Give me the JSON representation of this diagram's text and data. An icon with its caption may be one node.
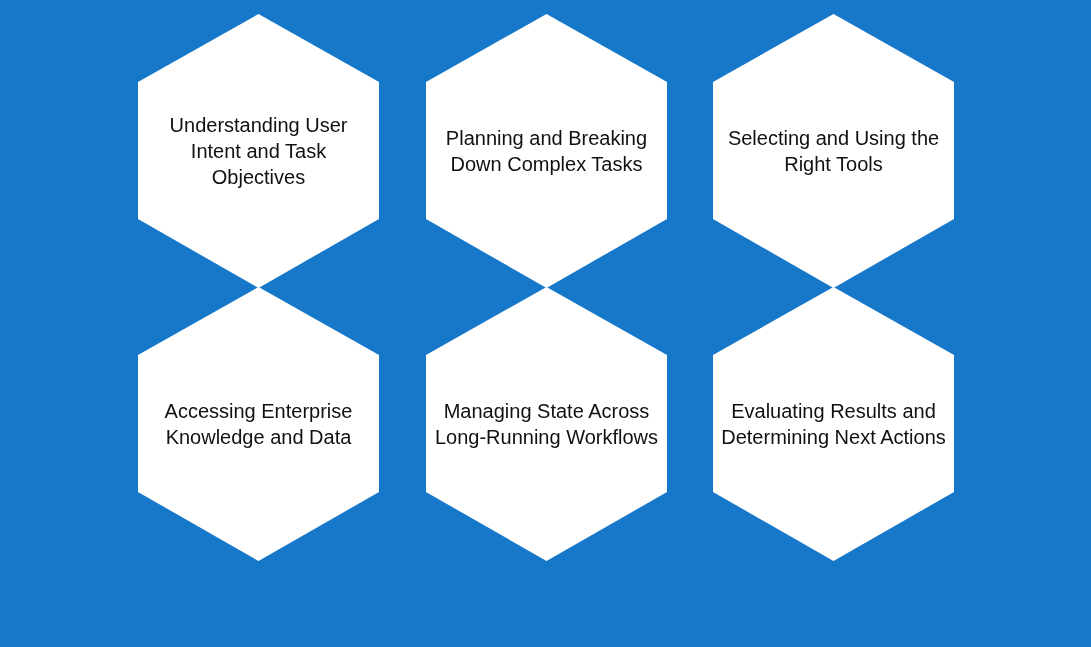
{
  "diagram": {
    "nodes": [
      {
        "text": [
          "Understanding User Intent and Task Objectives"
        ]
      },
      {
        "text": [
          "Planning and Breaking Down Complex Tasks"
        ]
      },
      {
        "text": [
          "Selecting and Using the Right Tools"
        ]
      },
      {
        "text": [
          "Accessing Enterprise Knowledge and Data"
        ]
      },
      {
        "text": [
          "Managing State Across Long-Running Workflows"
        ]
      },
      {
        "text": [
          "Evaluating Results and Determining Next Actions"
        ]
      }
    ]
  }
}
